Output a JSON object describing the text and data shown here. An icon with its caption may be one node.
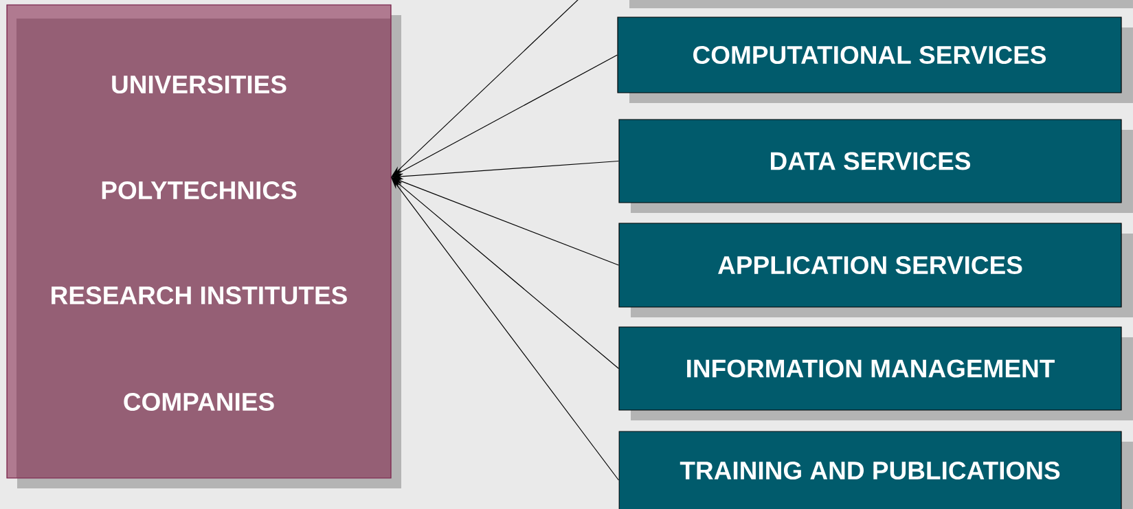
{
  "diagram": {
    "nodes": [
      {
        "text": [
          "UNIVERSITIES",
          "POLYTECHNICS",
          "RESEARCH INSTITUTES",
          "COMPANIES"
        ]
      },
      {
        "text": [
          "COMPUTATIONAL SERVICES"
        ]
      },
      {
        "text": [
          "DATA SERVICES"
        ]
      },
      {
        "text": [
          "APPLICATION SERVICES"
        ]
      },
      {
        "text": [
          "INFORMATION MANAGEMENT"
        ]
      },
      {
        "text": [
          "TRAINING AND PUBLICATIONS"
        ]
      }
    ],
    "edges": [
      {
        "from": null,
        "to": 0,
        "arrow": "to"
      },
      {
        "from": 1,
        "to": 0,
        "arrow": "to"
      },
      {
        "from": 2,
        "to": 0,
        "arrow": "to"
      },
      {
        "from": 3,
        "to": 0,
        "arrow": "to"
      },
      {
        "from": 4,
        "to": 0,
        "arrow": "to"
      },
      {
        "from": 5,
        "to": 0,
        "arrow": "to"
      }
    ]
  }
}
